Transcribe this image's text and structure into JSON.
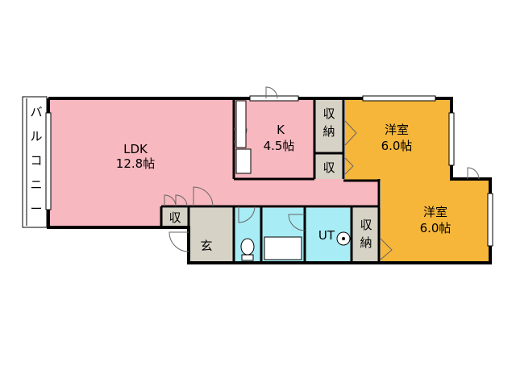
{
  "floor_plan": {
    "balcony": {
      "label": "バルコニー",
      "chars": [
        "バ",
        "ル",
        "コ",
        "ニ",
        "ー"
      ]
    },
    "ldk": {
      "name": "LDK",
      "size": "12.8帖"
    },
    "kitchen": {
      "name": "K",
      "size": "4.5帖"
    },
    "bedroom1": {
      "name": "洋室",
      "size": "6.0帖"
    },
    "bedroom2": {
      "name": "洋室",
      "size": "6.0帖"
    },
    "storage_kitchen_side": {
      "line1": "収",
      "line2": "納"
    },
    "storage_small_top": {
      "label": "収"
    },
    "storage_entrance": {
      "label": "収"
    },
    "entrance": {
      "label": "玄"
    },
    "utility": {
      "label": "UT"
    },
    "storage_utility_side": {
      "line1": "収",
      "line2": "納"
    },
    "colors": {
      "ldk": "#f7b8c0",
      "bedroom": "#f5b63a",
      "wet_area": "#a8ecf5",
      "storage": "#d6d2c6",
      "entrance": "#d6d2c6"
    }
  }
}
